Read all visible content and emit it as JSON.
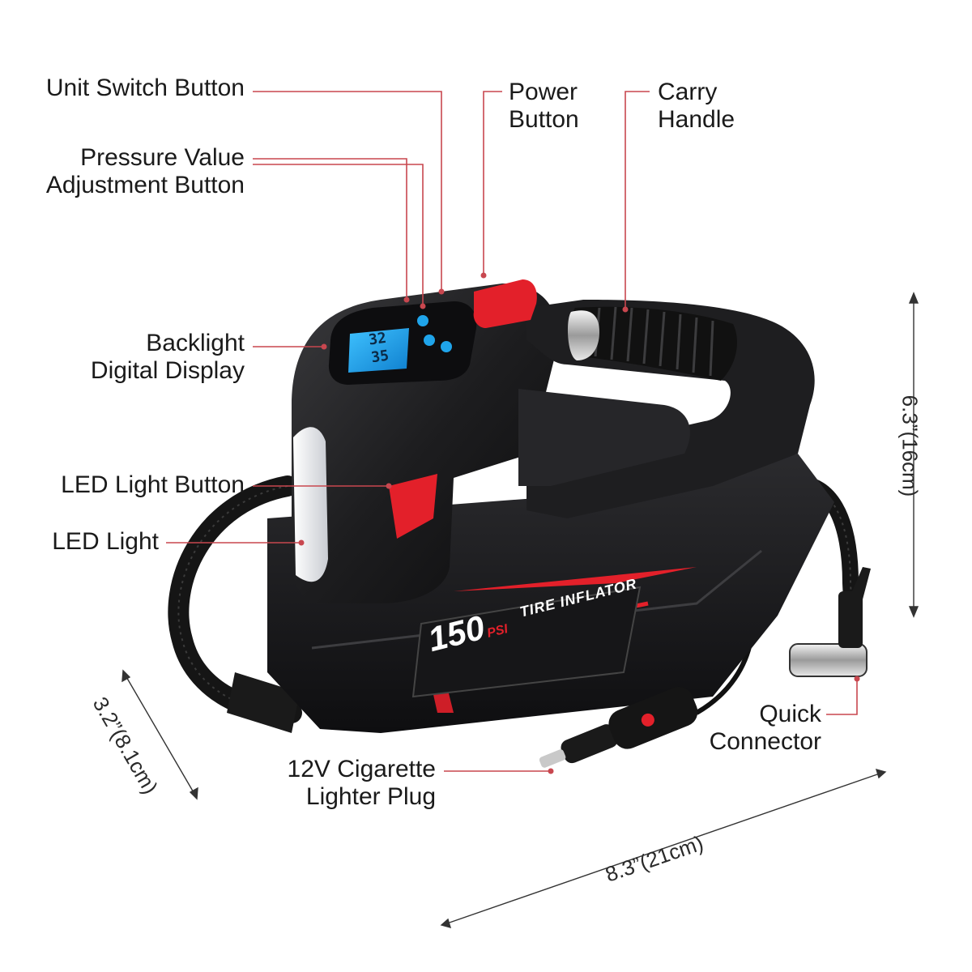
{
  "labels": {
    "unit_switch": [
      "Unit Switch Button"
    ],
    "pressure_adjust": [
      "Pressure Value",
      "Adjustment Button"
    ],
    "power": [
      "Power",
      "Button"
    ],
    "carry": [
      "Carry",
      "Handle"
    ],
    "display": [
      "Backlight",
      "Digital Display"
    ],
    "led_button": [
      "LED Light Button"
    ],
    "led_light": [
      "LED Light"
    ],
    "quick_connector": [
      "Quick",
      "Connector"
    ],
    "plug": [
      "12V Cigarette",
      "Lighter Plug"
    ]
  },
  "dimensions": {
    "height": "6.3”(16cm)",
    "depth": "3.2”(8.1cm)",
    "width": "8.3”(21cm)"
  },
  "product": {
    "pressure_badge": "150",
    "pressure_unit": "PSI",
    "name": "TIRE INFLATOR",
    "screen_top": "32",
    "screen_bottom": "35"
  },
  "colors": {
    "accent": "#e3202a",
    "body": "#1c1c1e",
    "screen": "#1fa4ea",
    "leader": "#c8474f"
  }
}
